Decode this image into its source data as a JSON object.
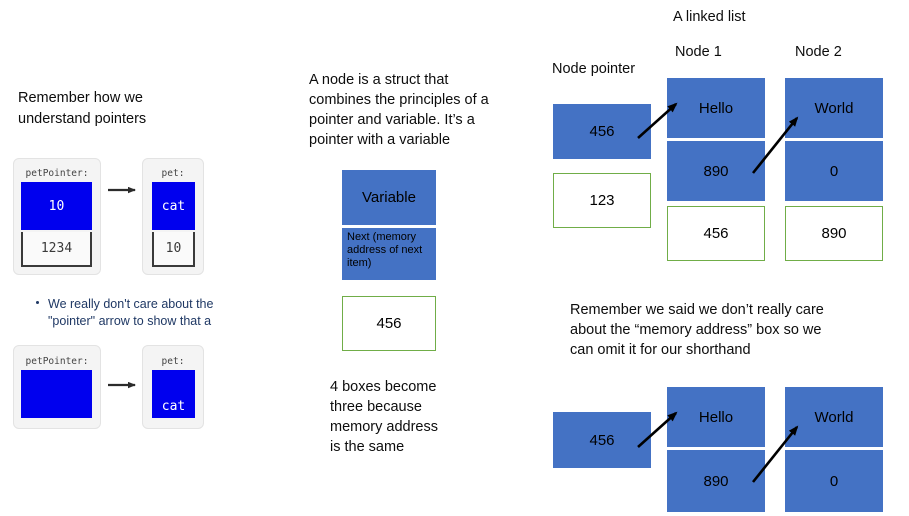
{
  "colors": {
    "shape_blue": "#4472C4",
    "shape_green_border": "#70AD47",
    "legacy_blue": "#0000EE",
    "bullet_text": "#1F3864"
  },
  "left_column": {
    "heading": "Remember how we\nunderstand pointers",
    "diagram_top": {
      "pointer_card": {
        "title": "petPointer:",
        "value": "10",
        "address": "1234"
      },
      "variable_card": {
        "title": "pet:",
        "value": "cat",
        "address": "10"
      },
      "arrow": "points-right"
    },
    "bullet": {
      "marker": "bullet-dot",
      "line1": "We really don't care about the",
      "line2": "\"pointer\" arrow to show that a"
    },
    "diagram_bottom": {
      "pointer_card": {
        "title": "petPointer:",
        "value": ""
      },
      "variable_card": {
        "title": "pet:",
        "value": "cat"
      },
      "arrow": "points-right"
    }
  },
  "middle_column": {
    "paragraph": "A node is a struct that\ncombines the principles of a\npointer and variable. It’s a\npointer with a variable",
    "node_struct": {
      "variable_label": "Variable",
      "next_label": "Next (memory\naddress of next\nitem)",
      "address_value": "456"
    },
    "caption": "4 boxes become\nthree because\nmemory address\nis the same"
  },
  "right_column": {
    "title": "A linked list",
    "labels": {
      "node_pointer": "Node pointer",
      "node_1": "Node 1",
      "node_2": "Node 2"
    },
    "diagram_full": {
      "node_pointer": {
        "value": "456",
        "address": "123"
      },
      "node_1": {
        "data": "Hello",
        "next": "890",
        "address": "456"
      },
      "node_2": {
        "data": "World",
        "next": "0",
        "address": "890"
      }
    },
    "note": "Remember we said we don’t really care\nabout the “memory address” box so we\ncan omit it for our shorthand",
    "diagram_shorthand": {
      "node_pointer": {
        "value": "456"
      },
      "node_1": {
        "data": "Hello",
        "next": "890"
      },
      "node_2": {
        "data": "World",
        "next": "0"
      }
    }
  }
}
